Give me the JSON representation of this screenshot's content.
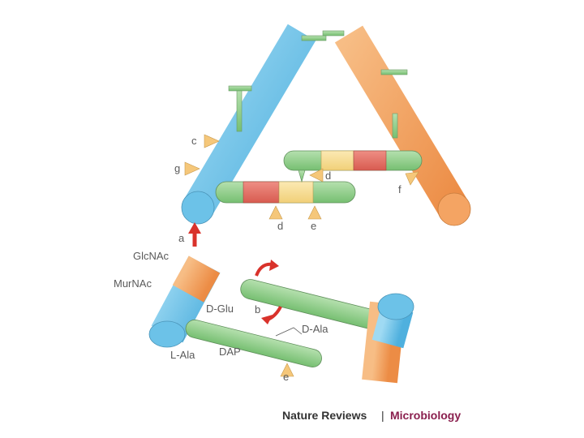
{
  "labels": {
    "a": "a",
    "b": "b",
    "c": "c",
    "d_top": "d",
    "d_bottom": "d",
    "e_top": "e",
    "e_bottom": "e",
    "f": "f",
    "g": "g",
    "glcnac": "GlcNAc",
    "murnac": "MurNAc",
    "d_glu": "D-Glu",
    "d_ala": "D-Ala",
    "dap": "DAP",
    "l_ala": "L-Ala"
  },
  "credit": {
    "journal": "Nature Reviews",
    "separator": "|",
    "section": "Microbiology"
  },
  "colors": {
    "blue": "#6fc3e6",
    "orange": "#f3a05c",
    "green": "#8fcf8a",
    "yellow": "#f6dd8f",
    "red": "#e4685c",
    "arrow": "#d9322b",
    "cleavage_marker": "#f5c77a"
  }
}
